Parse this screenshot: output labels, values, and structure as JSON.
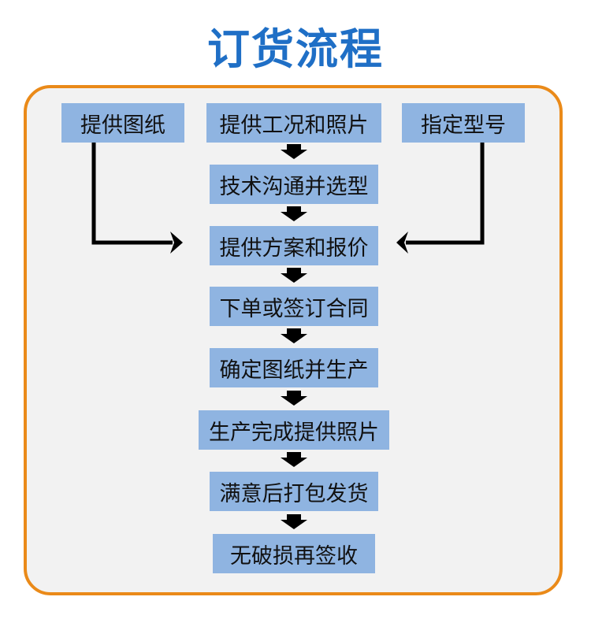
{
  "title": "订货流程",
  "inputs": {
    "left": "提供图纸",
    "center": "提供工况和照片",
    "right": "指定型号"
  },
  "steps": [
    "技术沟通并选型",
    "提供方案和报价",
    "下单或签订合同",
    "确定图纸并生产",
    "生产完成提供照片",
    "满意后打包发货",
    "无破损再签收"
  ],
  "colors": {
    "title": "#1f6fc6",
    "frame_border": "#ea8a19",
    "frame_fill": "#f2f2f2",
    "box_fill": "#8fb4e1",
    "arrow": "#000000"
  }
}
